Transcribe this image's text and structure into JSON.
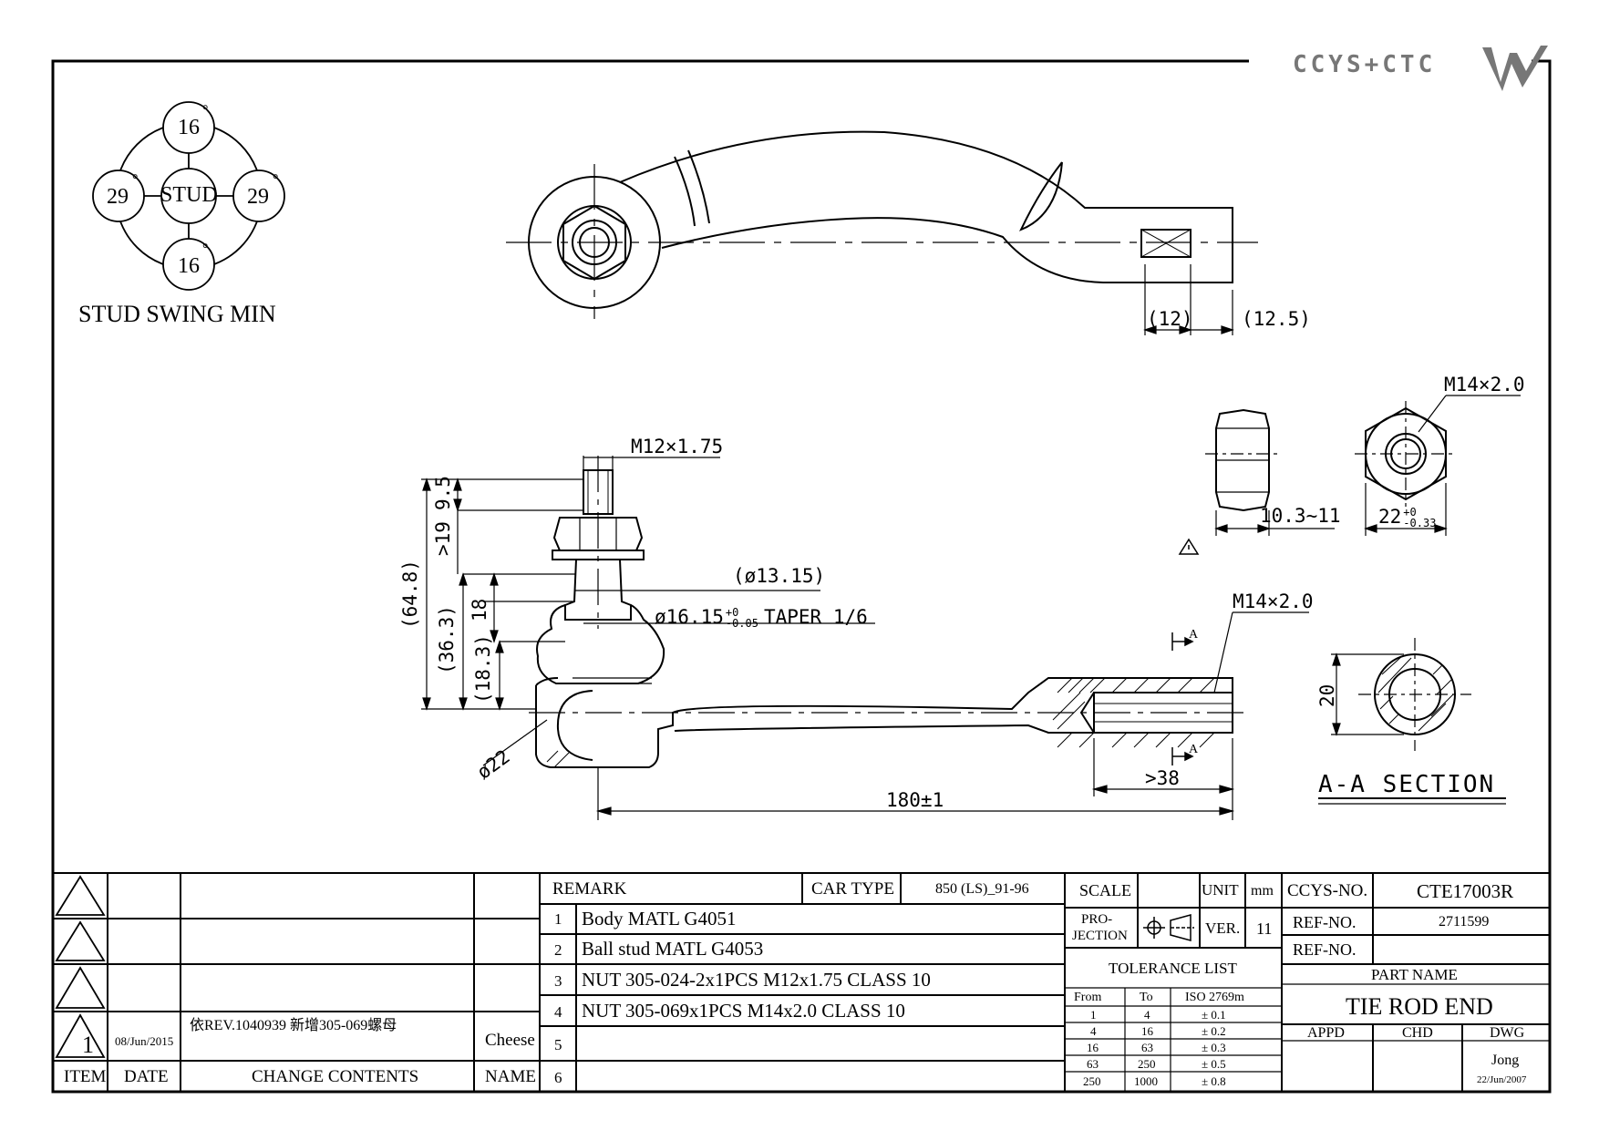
{
  "brand": {
    "logo_text": "CCYS+CTC",
    "logo_color": "#777777"
  },
  "stud_swing": {
    "title": "STUD SWING MIN",
    "center": "STUD",
    "top": "16",
    "bottom": "16",
    "left": "29",
    "right": "29",
    "degree_mark": "°"
  },
  "dimensions": {
    "slot_width": "(12)",
    "slot_offset": "(12.5)",
    "stud_thread": "M12×1.75",
    "stud_9_5": "9.5",
    "stud_19": ">19",
    "stud_18": "18",
    "overall_height": "(64.8)",
    "height_36_3": "(36.3)",
    "height_18_3": "(18.3)",
    "stud_dia": "(ø13.15)",
    "taper": "ø16.15",
    "taper_tol_upper": "+0",
    "taper_tol_lower": "-0.05",
    "taper_text": "TAPER 1/6",
    "ball_dia": "ø22",
    "thread_end": "M14×2.0",
    "thread_depth": ">38",
    "overall_length": "180±1",
    "nut_height": "10.3~11",
    "nut_thread": "M14×2.0",
    "nut_width": "22",
    "nut_tol_upper": "+0",
    "nut_tol_lower": "-0.33",
    "section_dia": "20",
    "section_mark": "A",
    "section_title": "A-A SECTION"
  },
  "revision": {
    "headers": {
      "item": "ITEM",
      "date": "DATE",
      "contents": "CHANGE CONTENTS",
      "name": "NAME"
    },
    "rows": [
      {
        "item": "",
        "date": "",
        "contents": "",
        "name": ""
      },
      {
        "item": "",
        "date": "",
        "contents": "",
        "name": ""
      },
      {
        "item": "",
        "date": "",
        "contents": "",
        "name": ""
      },
      {
        "item": "1",
        "date": "08/Jun/2015",
        "contents": "依REV.1040939 新增305-069螺母",
        "name": "Cheese"
      }
    ]
  },
  "remarks": {
    "header": "REMARK",
    "car_type_label": "CAR TYPE",
    "car_type_value": "850 (LS)_91-96",
    "items": [
      {
        "no": "1",
        "text": "Body MATL G4051"
      },
      {
        "no": "2",
        "text": "Ball stud MATL G4053"
      },
      {
        "no": "3",
        "text": "NUT 305-024-2x1PCS M12x1.75 CLASS 10"
      },
      {
        "no": "4",
        "text": "NUT 305-069x1PCS M14x2.0 CLASS 10"
      },
      {
        "no": "5",
        "text": ""
      },
      {
        "no": "6",
        "text": ""
      }
    ]
  },
  "scale_block": {
    "scale_label": "SCALE",
    "scale_value": "",
    "unit_label": "UNIT",
    "unit_value": "mm",
    "projection_label_1": "PRO-",
    "projection_label_2": "JECTION",
    "ver_label": "VER.",
    "ver_value": "11",
    "tolerance_title": "TOLERANCE LIST",
    "tol_headers": {
      "from": "From",
      "to": "To",
      "iso": "ISO 2769m"
    },
    "tol_rows": [
      {
        "from": "1",
        "to": "4",
        "tol": "± 0.1"
      },
      {
        "from": "4",
        "to": "16",
        "tol": "± 0.2"
      },
      {
        "from": "16",
        "to": "63",
        "tol": "± 0.3"
      },
      {
        "from": "63",
        "to": "250",
        "tol": "± 0.5"
      },
      {
        "from": "250",
        "to": "1000",
        "tol": "± 0.8"
      }
    ]
  },
  "title_block": {
    "ccys_label": "CCYS-NO.",
    "ccys_value": "CTE17003R",
    "ref1_label": "REF-NO.",
    "ref1_value": "2711599",
    "ref2_label": "REF-NO.",
    "ref2_value": "",
    "part_name_label": "PART NAME",
    "part_name": "TIE ROD END",
    "appd_label": "APPD",
    "chd_label": "CHD",
    "dwg_label": "DWG",
    "dwg_name": "Jong",
    "dwg_date": "22/Jun/2007"
  }
}
